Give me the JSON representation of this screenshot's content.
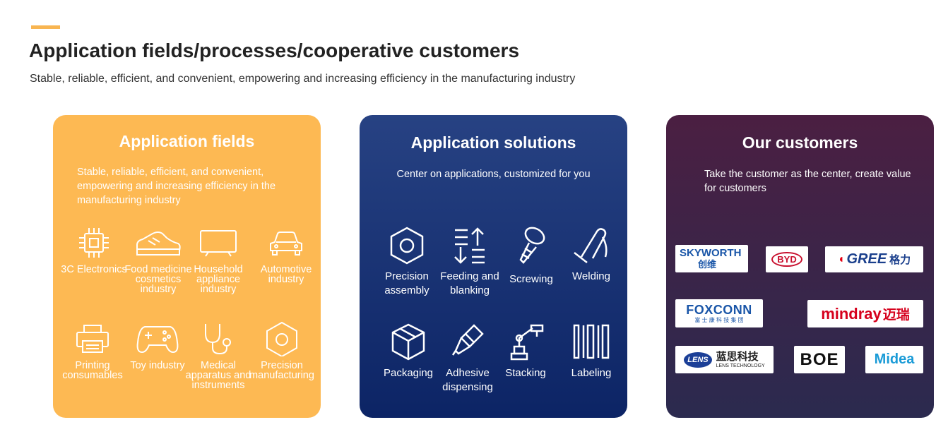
{
  "header": {
    "title": "Application fields/processes/cooperative customers",
    "subtitle": "Stable, reliable, efficient, and convenient, empowering and increasing efficiency in the manufacturing industry"
  },
  "fields": {
    "title": "Application fields",
    "description": "Stable, reliable, efficient, and convenient, empowering and increasing efficiency in the manufacturing industry",
    "items": [
      {
        "label": "3C Electronics",
        "icon": "chip-icon"
      },
      {
        "label": "Food medicine cosmetics industry",
        "icon": "shoe-icon"
      },
      {
        "label": "Household appliance industry",
        "icon": "tv-icon"
      },
      {
        "label": "Automotive industry",
        "icon": "car-icon"
      },
      {
        "label": "Printing consumables",
        "icon": "printer-icon"
      },
      {
        "label": "Toy industry",
        "icon": "gamepad-icon"
      },
      {
        "label": "Medical apparatus and instruments",
        "icon": "stethoscope-icon"
      },
      {
        "label": "Precision manufacturing",
        "icon": "hex-nut-icon"
      }
    ]
  },
  "solutions": {
    "title": "Application solutions",
    "description": "Center on applications, customized for you",
    "items": [
      {
        "label": "Precision assembly",
        "icon": "hex-nut-icon"
      },
      {
        "label": "Feeding and blanking",
        "icon": "feeding-icon"
      },
      {
        "label": "Screwing",
        "icon": "screw-icon"
      },
      {
        "label": "Welding",
        "icon": "welding-icon"
      },
      {
        "label": "Packaging",
        "icon": "box-icon"
      },
      {
        "label": "Adhesive dispensing",
        "icon": "glue-icon"
      },
      {
        "label": "Stacking",
        "icon": "robot-arm-icon"
      },
      {
        "label": "Labeling",
        "icon": "barcode-icon"
      }
    ]
  },
  "customers": {
    "title": "Our customers",
    "description": "Take the customer as the center, create value for customers",
    "logos": {
      "skyworth": {
        "line1": "SKYWORTH",
        "line2": "创维"
      },
      "byd": {
        "text": "BYD"
      },
      "gree": {
        "text": "GREE",
        "cn": "格力"
      },
      "foxconn": {
        "text": "FOXCONN",
        "sub": "富 士 康 科 技 集 团"
      },
      "mindray": {
        "text": "mindray",
        "cn": "迈瑞"
      },
      "lens": {
        "mark": "LENS",
        "cn": "蓝思科技",
        "sub": "LENS TECHNOLOGY"
      },
      "boe": {
        "text": "BOE"
      },
      "midea": {
        "text": "Midea"
      }
    }
  },
  "colors": {
    "accent": "#f8b551",
    "fields_bg": "#fdb953",
    "solutions_bg": "#1a3373",
    "customers_bg": "#3b2448"
  }
}
